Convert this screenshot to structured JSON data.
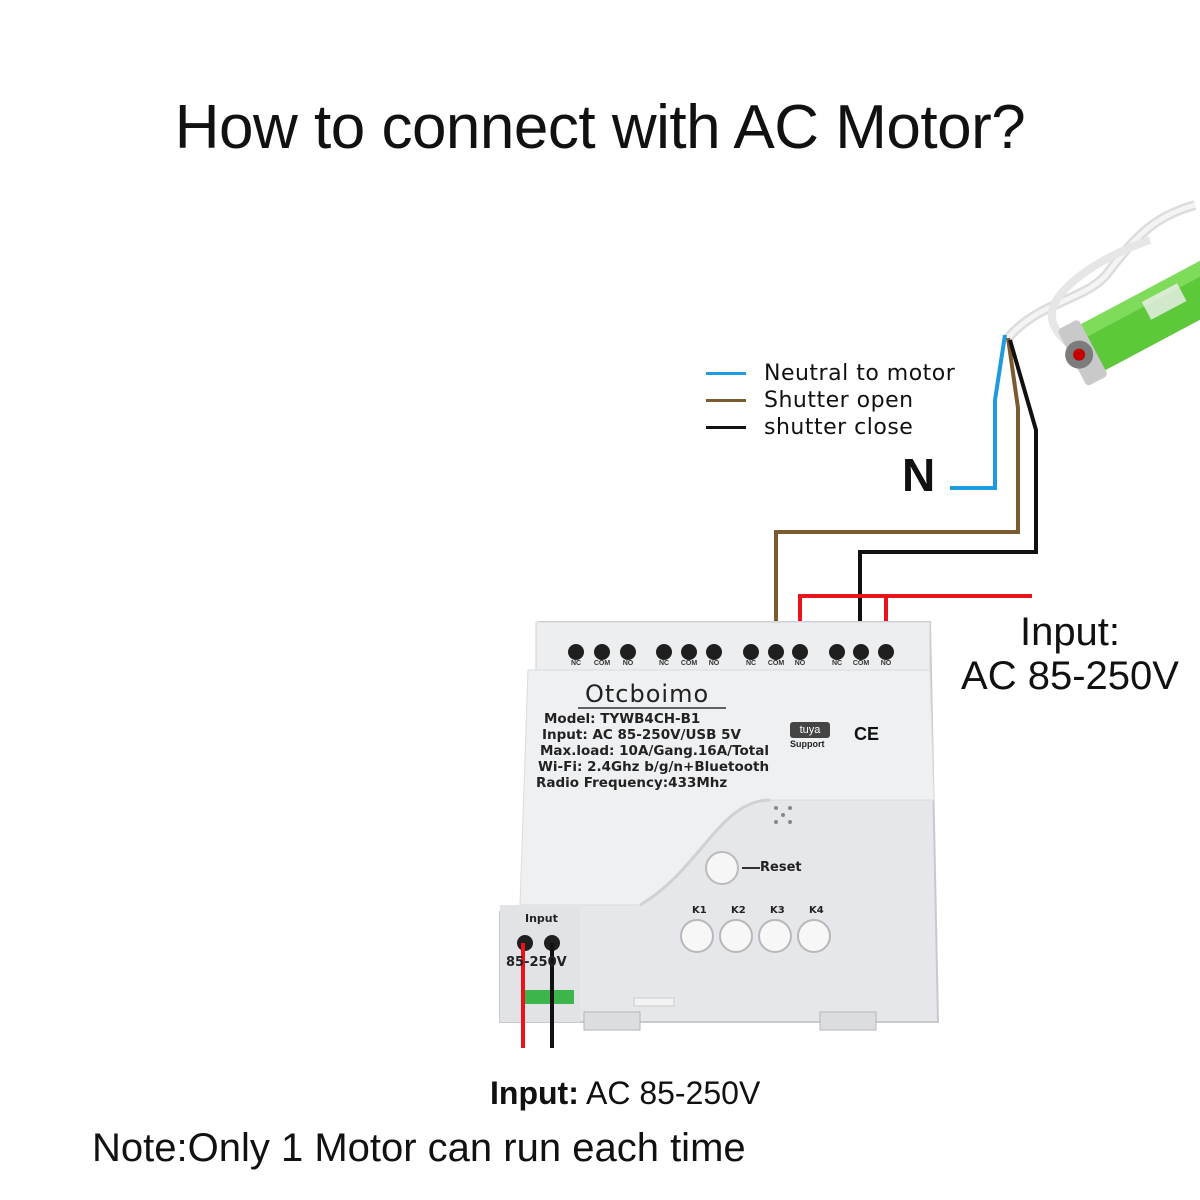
{
  "title": "How to connect with AC Motor?",
  "legend": [
    {
      "label": "Neutral to motor",
      "color": "#1e9be0"
    },
    {
      "label": "Shutter open",
      "color": "#7a5a2e"
    },
    {
      "label": "shutter close",
      "color": "#111111"
    }
  ],
  "neutral_label": "N",
  "input_top": {
    "line1": "Input:",
    "line2": "AC 85-250V"
  },
  "device": {
    "brand": "Otcboimo",
    "specs": [
      "Model:  TYWB4CH-B1",
      "Input:  AC 85-250V/USB 5V",
      "Max.load:  10A/Gang.16A/Total",
      "Wi-Fi:  2.4Ghz b/g/n+Bluetooth",
      "Radio Frequency:433Mhz"
    ],
    "tuya_logo": "tuya",
    "tuya_sub": "Support",
    "ce_mark": "CE",
    "terminal_labels": [
      "NC",
      "COM",
      "NO",
      "NC",
      "COM",
      "NO",
      "NC",
      "COM",
      "NO",
      "NC",
      "COM",
      "NO"
    ],
    "reset_label": "Reset",
    "keys": [
      "K1",
      "K2",
      "K3",
      "K4"
    ],
    "input_label": "Input",
    "input_voltage": "85-250V"
  },
  "input_bottom": {
    "bold": "Input:",
    "text": " AC 85-250V"
  },
  "note": "Note:Only 1 Motor can run each time",
  "colors": {
    "neutral": "#1e9be0",
    "open": "#7a5a2e",
    "close": "#111111",
    "live": "#e8141c",
    "motor": "#5cc83a"
  }
}
